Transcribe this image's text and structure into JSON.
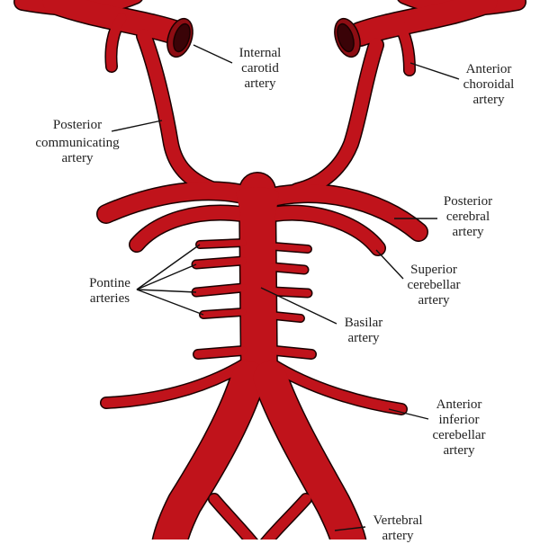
{
  "labels": {
    "internal_carotid": [
      "Internal",
      "carotid",
      "artery"
    ],
    "anterior_choroidal": [
      "Anterior",
      "choroidal",
      "artery"
    ],
    "posterior_communicating": [
      "Posterior",
      "communicating",
      "artery"
    ],
    "posterior_cerebral": [
      "Posterior",
      "cerebral",
      "artery"
    ],
    "pontine": [
      "Pontine",
      "arteries"
    ],
    "superior_cerebellar": [
      "Superior",
      "cerebellar",
      "artery"
    ],
    "basilar": [
      "Basilar",
      "artery"
    ],
    "anterior_inferior_cerebellar": [
      "Anterior",
      "inferior",
      "cerebellar",
      "artery"
    ],
    "vertebral": [
      "Vertebral",
      "artery"
    ]
  },
  "colors": {
    "vessel_fill": "#c0131b",
    "vessel_outline": "#1a0000",
    "lumen": "#3a0307",
    "text": "#222222"
  }
}
